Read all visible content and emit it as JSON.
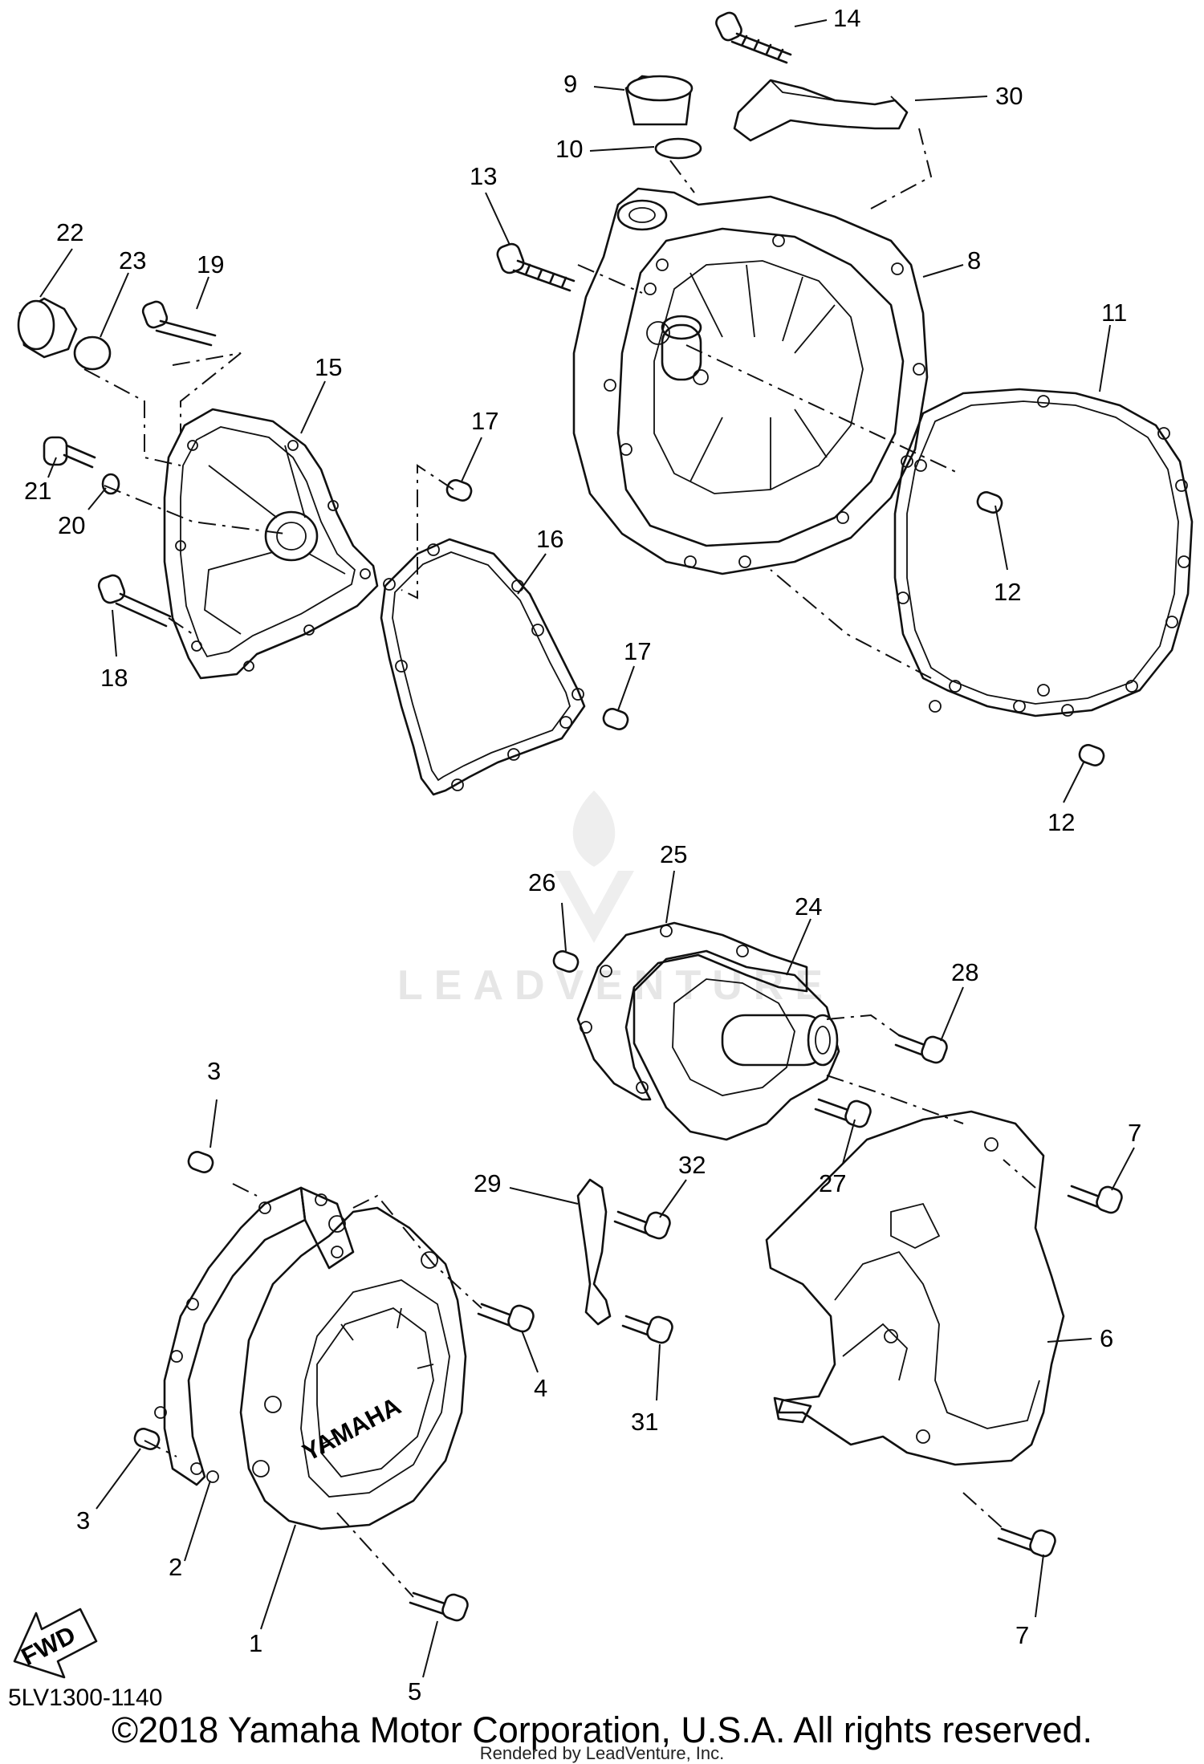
{
  "watermark": "LEADVENTURE",
  "diagram_code": "5LV1300-1140",
  "yamaha_logo_text": "YAMAHA",
  "fwd_arrow_text": "FWD",
  "copyright": "©2018 Yamaha Motor Corporation, U.S.A. All rights reserved.",
  "rendered_by": "Rendered by LeadVenture, Inc.",
  "callouts": [
    "1",
    "2",
    "3",
    "3",
    "4",
    "5",
    "6",
    "7",
    "7",
    "8",
    "9",
    "10",
    "11",
    "12",
    "12",
    "13",
    "14",
    "15",
    "16",
    "17",
    "17",
    "18",
    "19",
    "20",
    "21",
    "22",
    "23",
    "24",
    "25",
    "26",
    "27",
    "28",
    "29",
    "30",
    "31",
    "32"
  ]
}
